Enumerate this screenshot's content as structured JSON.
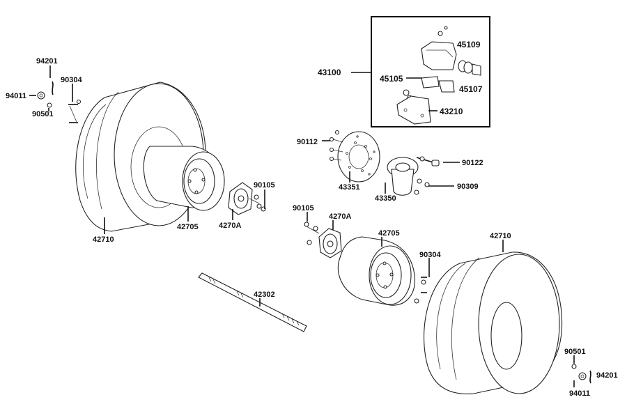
{
  "parts": {
    "p94201_left": "94201",
    "p94011_left": "94011",
    "p90501_left": "90501",
    "p90304_left": "90304",
    "p42710_left": "42710",
    "p42705_left": "42705",
    "p4270A_left": "4270A",
    "p90105_left": "90105",
    "p43100": "43100",
    "p45109": "45109",
    "p45105": "45105",
    "p45107": "45107",
    "p43210": "43210",
    "p90112": "90112",
    "p43351": "43351",
    "p43350": "43350",
    "p90122": "90122",
    "p90309": "90309",
    "p90105_right": "90105",
    "p4270A_right": "4270A",
    "p42705_right": "42705",
    "p42710_right": "42710",
    "p90304_right": "90304",
    "p42302": "42302",
    "p90501_right": "90501",
    "p94201_right": "94201",
    "p94011_right": "94011"
  }
}
